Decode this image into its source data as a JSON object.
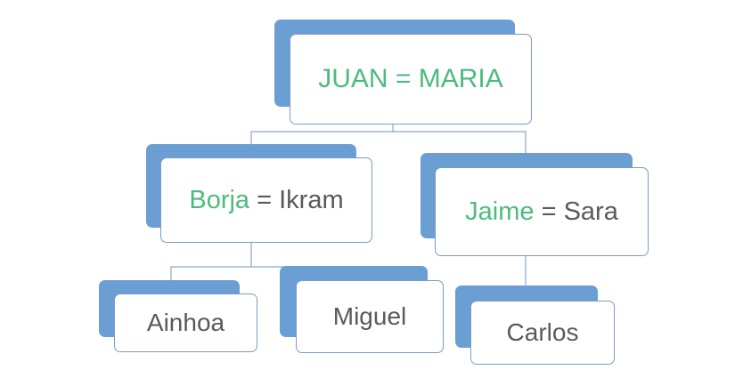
{
  "colors": {
    "accent_green": "#4dbb7d",
    "box_back_blue": "#6b9fd4",
    "box_border": "#7a9cc4",
    "text_grey": "#5a5a5a",
    "connector": "#8aa6c8"
  },
  "nodes": {
    "root": {
      "left": "JUAN",
      "sep": " = ",
      "right": "MARIA"
    },
    "borja_ikram": {
      "left": "Borja",
      "sep": " = ",
      "right": "Ikram"
    },
    "jaime_sara": {
      "left": "Jaime",
      "sep": " = ",
      "right": "Sara"
    },
    "ainhoa": {
      "label": "Ainhoa"
    },
    "miguel": {
      "label": "Miguel"
    },
    "carlos": {
      "label": "Carlos"
    }
  }
}
